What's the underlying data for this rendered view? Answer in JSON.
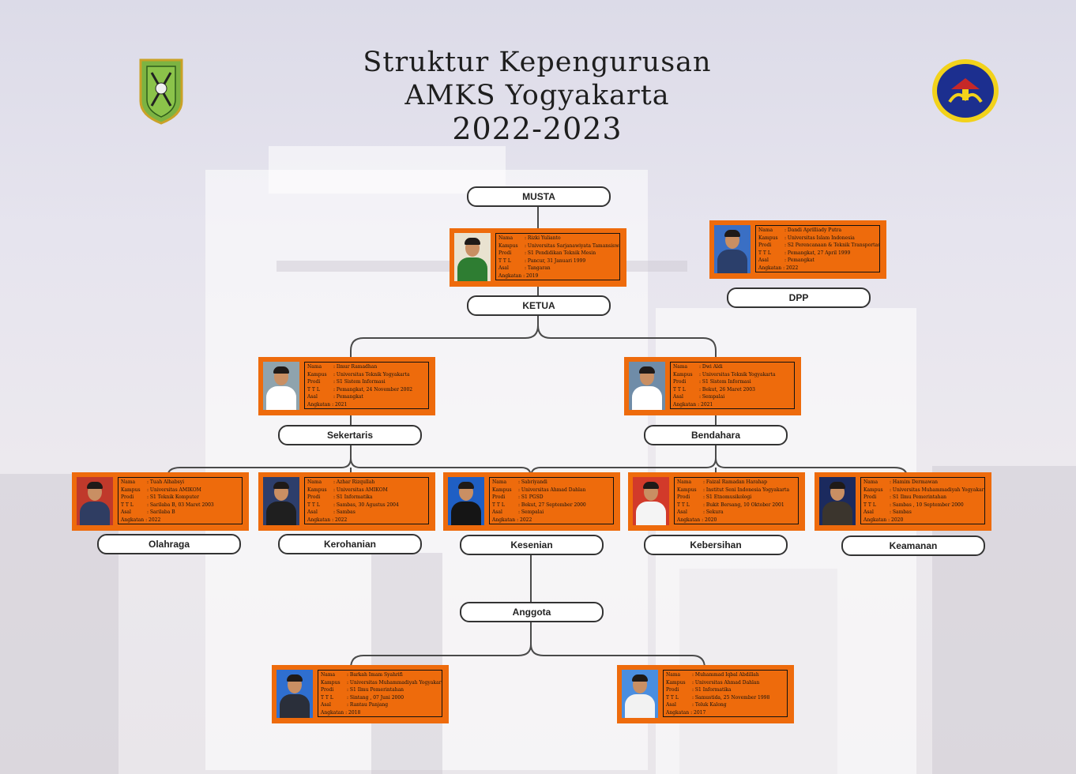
{
  "title": {
    "line1": "Struktur Kepengurusan",
    "line2": "AMKS Yogyakarta",
    "line3": "2022-2023"
  },
  "field_labels": {
    "nama": "Nama",
    "kampus": "Kampus",
    "prodi": "Prodi",
    "ttl": "T T L",
    "asal": "Asal",
    "angkatan": "Angkatan"
  },
  "roles": {
    "musta": "MUSTA",
    "ketua": "KETUA",
    "dpp": "DPP",
    "sekertaris": "Sekertaris",
    "bendahara": "Bendahara",
    "olahraga": "Olahraga",
    "kerohanian": "Kerohanian",
    "kesenian": "Kesenian",
    "kebersihan": "Kebersihan",
    "keamanan": "Keamanan",
    "anggota": "Anggota"
  },
  "members": {
    "ketua": {
      "nama": ": Rizki Yulianto",
      "kampus": ": Universitas Sarjanawiyata Tamansiswa",
      "prodi": ": S1 Pendidikan Teknik Mesin",
      "ttl": ": Pancur, 31 Januari 1999",
      "asal": ": Tangaran",
      "angkatan": ": 2019",
      "shirt": "#2e7d32"
    },
    "dpp": {
      "nama": ": Dandi Aprilliady Putra",
      "kampus": ": Universitas Islam Indonesia",
      "prodi": ": S2 Perencanaan & Teknik Transportasi",
      "ttl": ": Pemangkat, 27 April 1999",
      "asal": ": Pemangkat",
      "angkatan": ": 2022",
      "shirt": "#2b3f6b"
    },
    "sekertaris": {
      "nama": ": Ilmur Ramadhan",
      "kampus": ": Universitas Teknik Yogyakarta",
      "prodi": ": S1 Sistem Informasi",
      "ttl": ": Pemangkat, 24 November 2002",
      "asal": ": Pemangkat",
      "angkatan": ": 2021",
      "shirt": "#ffffff"
    },
    "bendahara": {
      "nama": ": Dwi Aldi",
      "kampus": ": Universitas Teknik Yogyakarta",
      "prodi": ": S1 Sistem Informasi",
      "ttl": ": Bekut, 26 Maret 2003",
      "asal": ": Sempalai",
      "angkatan": ": 2021",
      "shirt": "#ffffff"
    },
    "olahraga": {
      "nama": ": Tuah Alhabsyi",
      "kampus": ": Universitas AMIKOM",
      "prodi": ": S1 Teknik Komputer",
      "ttl": ": Sarilaba B, 03 Maret 2003",
      "asal": ": Sarilaba B",
      "angkatan": ": 2022",
      "shirt": "#2f3d62"
    },
    "kerohanian": {
      "nama": ": Azhar Rizqullah",
      "kampus": ": Universitas AMIKOM",
      "prodi": ": S1 Informatika",
      "ttl": ": Sambas, 30 Agustus 2004",
      "asal": ": Sambas",
      "angkatan": ": 2022",
      "shirt": "#1f1f1f"
    },
    "kesenian": {
      "nama": ": Sabriyandi",
      "kampus": ": Universitas Ahmad Dahlan",
      "prodi": ": S1 PGSD",
      "ttl": ": Bekut, 27 September 2000",
      "asal": ": Sempalai",
      "angkatan": ": 2022",
      "shirt": "#151515"
    },
    "kebersihan": {
      "nama": ": Faizal Ramadan Harahap",
      "kampus": ": Institut Seni Indonesia Yogyakarta",
      "prodi": ": S1 Etnomusikologi",
      "ttl": ": Bukit Bersang, 10 Oktober 2001",
      "asal": ": Sekura",
      "angkatan": ": 2020",
      "shirt": "#f4f4f4"
    },
    "keamanan": {
      "nama": ": Hamim Dermawan",
      "kampus": ": Universitas Muhammadiyah Yogyakarta",
      "prodi": ": S1 Ilmu Pemerintahan",
      "ttl": ": Sambas , 10 September 2000",
      "asal": ": Sambas",
      "angkatan": ": 2020",
      "shirt": "#3b352d"
    },
    "anggota1": {
      "nama": ": Barkah Imam Syahrifi",
      "kampus": ": Universitas Muhammadiyah Yogyakarta",
      "prodi": ": S1 Ilmu Pemerintahan",
      "ttl": ": Sintang , 07 Juni 2000",
      "asal": ": Rantau Panjang",
      "angkatan": ": 2018",
      "shirt": "#2a2f3a"
    },
    "anggota2": {
      "nama": ": Muhammad Iqbal Abdillah",
      "kampus": ": Universitas Ahmad Dahlan",
      "prodi": ": S1 Informatika",
      "ttl": ": Samustida, 25 November 1998",
      "asal": ": Teluk Kalong",
      "angkatan": ": 2017",
      "shirt": "#f2f2f2"
    }
  }
}
